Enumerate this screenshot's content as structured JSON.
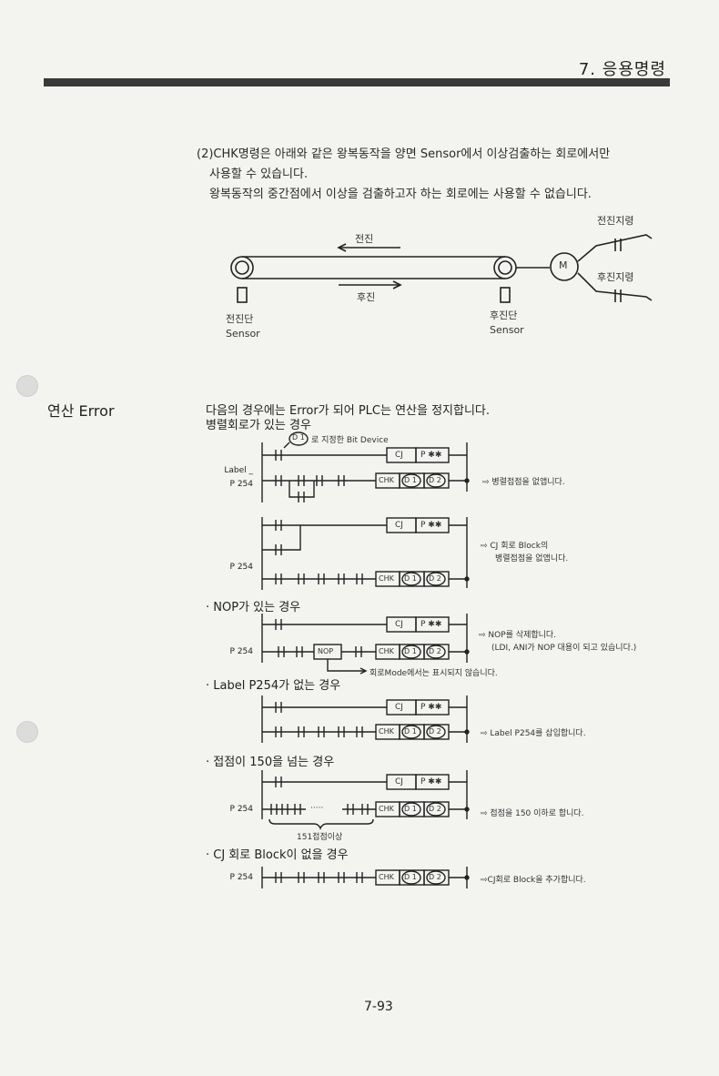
{
  "header": {
    "chapter": "7. 응용명령"
  },
  "intro": {
    "line1": "(2)CHK명령은 아래와 같은 왕복동작을 양면 Sensor에서 이상검출하는 회로에서만",
    "line2": "사용할 수 있습니다.",
    "line3": "왕복동작의 중간점에서 이상을 검출하고자 하는 회로에는 사용할 수 없습니다."
  },
  "conveyor": {
    "forward": "전진",
    "backward": "후진",
    "motor": "M",
    "forward_limit": "전진지령",
    "backward_limit": "후진지령",
    "left_sensor_line1": "전진단",
    "left_sensor_line2": "Sensor",
    "right_sensor_line1": "후진단",
    "right_sensor_line2": "Sensor"
  },
  "error_section": {
    "title": "연산 Error",
    "desc": "다음의 경우에는 Error가  되어 PLC는 연산을 정지합니다.",
    "parallel_heading": "병렬회로가 있는 경우",
    "bit_device_note": "로 지정한  Bit Device",
    "d1_tag": "D 1",
    "label_text": "Label _",
    "p254": "P 254",
    "cj": "CJ",
    "pxx": "P ✱✱",
    "chk": "CHK",
    "d1": "D 1",
    "d2": "D 2",
    "note1": "⇨  병렬접점을 없앱니다.",
    "note2a": "⇨  CJ 회로 Block의",
    "note2b": "병렬접점을 없앱니다.",
    "nop_heading": "· NOP가 있는 경우",
    "nop": "NOP",
    "note3a": "⇨ NOP를 삭제합니다.",
    "note3b": "(LDI, ANI가 NOP 대용이 되고 있습니다.)",
    "note3c": "회로Mode에서는  표시되지 않습니다.",
    "label_heading": "· Label P254가 없는 경우",
    "note4": "⇨  Label P254를 삽입합니다.",
    "contact_heading": "· 접점이 150을 넘는 경우",
    "dots": "·····",
    "contacts_count": "151접점이상",
    "note5": "⇨  접점을 150 이하로 합니다.",
    "cj_heading": "· CJ 회로   Block이 없을 경우",
    "note6": "⇨CJ회로 Block을 추가합니다."
  },
  "footer": {
    "page_number": "7-93"
  }
}
